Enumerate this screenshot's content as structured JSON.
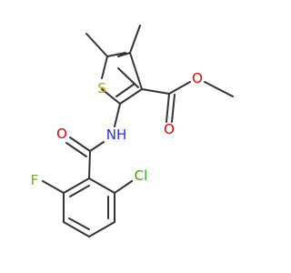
{
  "diagram": {
    "type": "chemical-structure",
    "background": "#ffffff",
    "bond_color": "#333333",
    "atoms": [
      {
        "id": "s1",
        "label": "S",
        "color": "#b8a400"
      },
      {
        "id": "o_ester_carbonyl",
        "label": "O",
        "color": "#e00000"
      },
      {
        "id": "o_ester_ether",
        "label": "O",
        "color": "#e00000"
      },
      {
        "id": "n_amide",
        "label": "NH",
        "color": "#2a2aff"
      },
      {
        "id": "o_amide",
        "label": "O",
        "color": "#e00000"
      },
      {
        "id": "f1",
        "label": "F",
        "color": "#6fb11b"
      },
      {
        "id": "cl1",
        "label": "Cl",
        "color": "#2ea800"
      }
    ]
  }
}
